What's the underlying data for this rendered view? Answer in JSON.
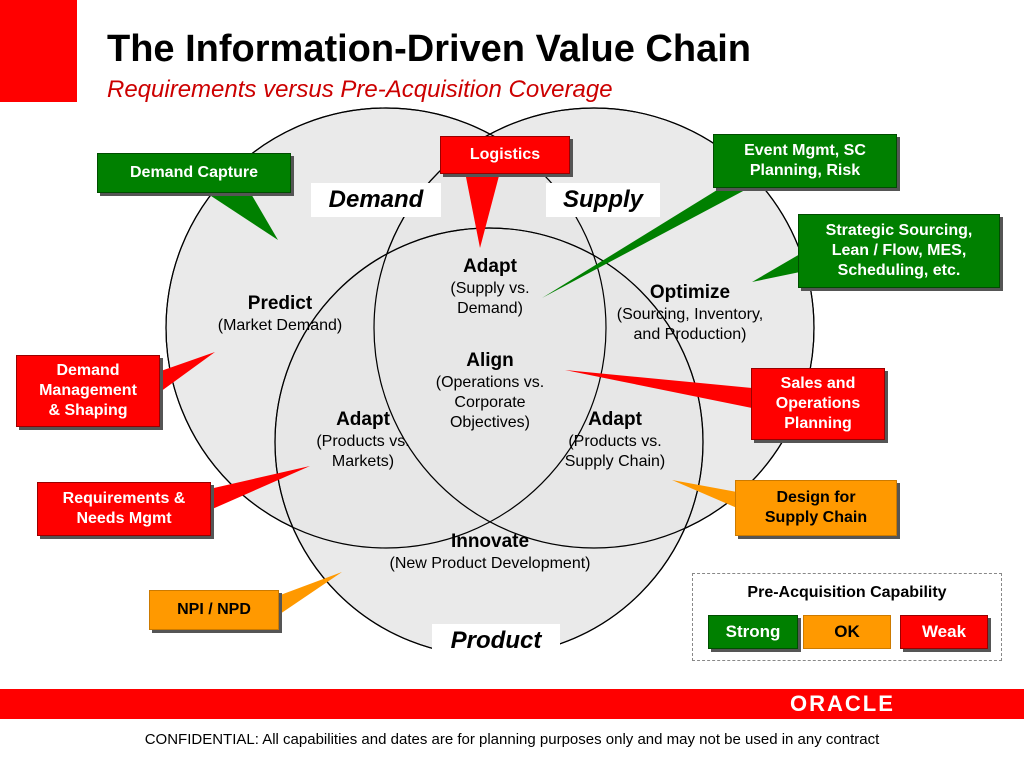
{
  "header": {
    "title": "The Information-Driven Value Chain",
    "subtitle": "Requirements versus Pre-Acquisition Coverage"
  },
  "circles": {
    "demand_label": "Demand",
    "supply_label": "Supply",
    "product_label": "Product"
  },
  "regions": {
    "predict": {
      "heading": "Predict",
      "detail": "(Market Demand)"
    },
    "optimize": {
      "heading": "Optimize",
      "detail_1": "(Sourcing, Inventory,",
      "detail_2": "and Production)"
    },
    "adapt_top": {
      "heading": "Adapt",
      "detail_1": "(Supply vs.",
      "detail_2": "Demand)"
    },
    "align": {
      "heading": "Align",
      "detail_1": "(Operations vs.",
      "detail_2": "Corporate",
      "detail_3": "Objectives)"
    },
    "adapt_left": {
      "heading": "Adapt",
      "detail_1": "(Products vs.",
      "detail_2": "Markets)"
    },
    "adapt_right": {
      "heading": "Adapt",
      "detail_1": "(Products vs.",
      "detail_2": "Supply Chain)"
    },
    "innovate": {
      "heading": "Innovate",
      "detail": "(New Product Development)"
    }
  },
  "callouts": {
    "demand_capture": "Demand Capture",
    "logistics": "Logistics",
    "event_mgmt_1": "Event Mgmt, SC",
    "event_mgmt_2": "Planning, Risk",
    "strategic_1": "Strategic Sourcing,",
    "strategic_2": "Lean / Flow, MES,",
    "strategic_3": "Scheduling, etc.",
    "demand_mgmt_1": "Demand",
    "demand_mgmt_2": "Management",
    "demand_mgmt_3": "& Shaping",
    "sop_1": "Sales and",
    "sop_2": "Operations",
    "sop_3": "Planning",
    "req_1": "Requirements &",
    "req_2": "Needs Mgmt",
    "dfsc_1": "Design for",
    "dfsc_2": "Supply Chain",
    "npi": "NPI / NPD"
  },
  "legend": {
    "title": "Pre-Acquisition Capability",
    "strong": "Strong",
    "ok": "OK",
    "weak": "Weak"
  },
  "colors": {
    "strong": "#008000",
    "ok": "#ff9900",
    "weak": "#ff0000",
    "brand_red": "#ff0000"
  },
  "brand": {
    "logo": "ORACLE"
  },
  "footer": {
    "text": "CONFIDENTIAL:  All capabilities and dates are for planning purposes only and may not be used in any contract"
  }
}
